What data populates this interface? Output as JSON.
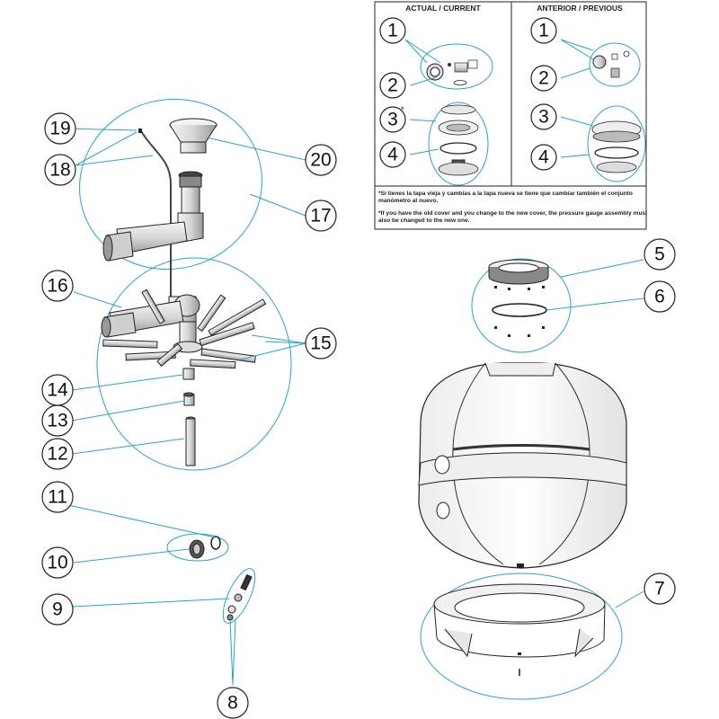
{
  "box": {
    "header_left": "ACTUAL / CURRENT",
    "header_right": "ANTERIOR / PREVIOUS",
    "note_es": "*Si tienes la tapa vieja y cambias a la tapa nueva se tiene que cambiar también el conjunto manómetro al nuevo.",
    "note_en": "*If you have the old cover and you change to the new cover, the pressure gauge assembly must also be changed to the new one."
  },
  "callouts": {
    "c1a": "1",
    "c2a": "2",
    "c3a": "3",
    "c3a_star": "*",
    "c4a": "4",
    "c1b": "1",
    "c2b": "2",
    "c3b": "3",
    "c4b": "4",
    "c5": "5",
    "c6": "6",
    "c7": "7",
    "c8": "8",
    "c9": "9",
    "c10": "10",
    "c11": "11",
    "c12": "12",
    "c13": "13",
    "c14": "14",
    "c15": "15",
    "c16": "16",
    "c17": "17",
    "c18": "18",
    "c19": "19",
    "c20": "20"
  },
  "colors": {
    "leader": "#29a3c9",
    "outline": "#222222"
  }
}
